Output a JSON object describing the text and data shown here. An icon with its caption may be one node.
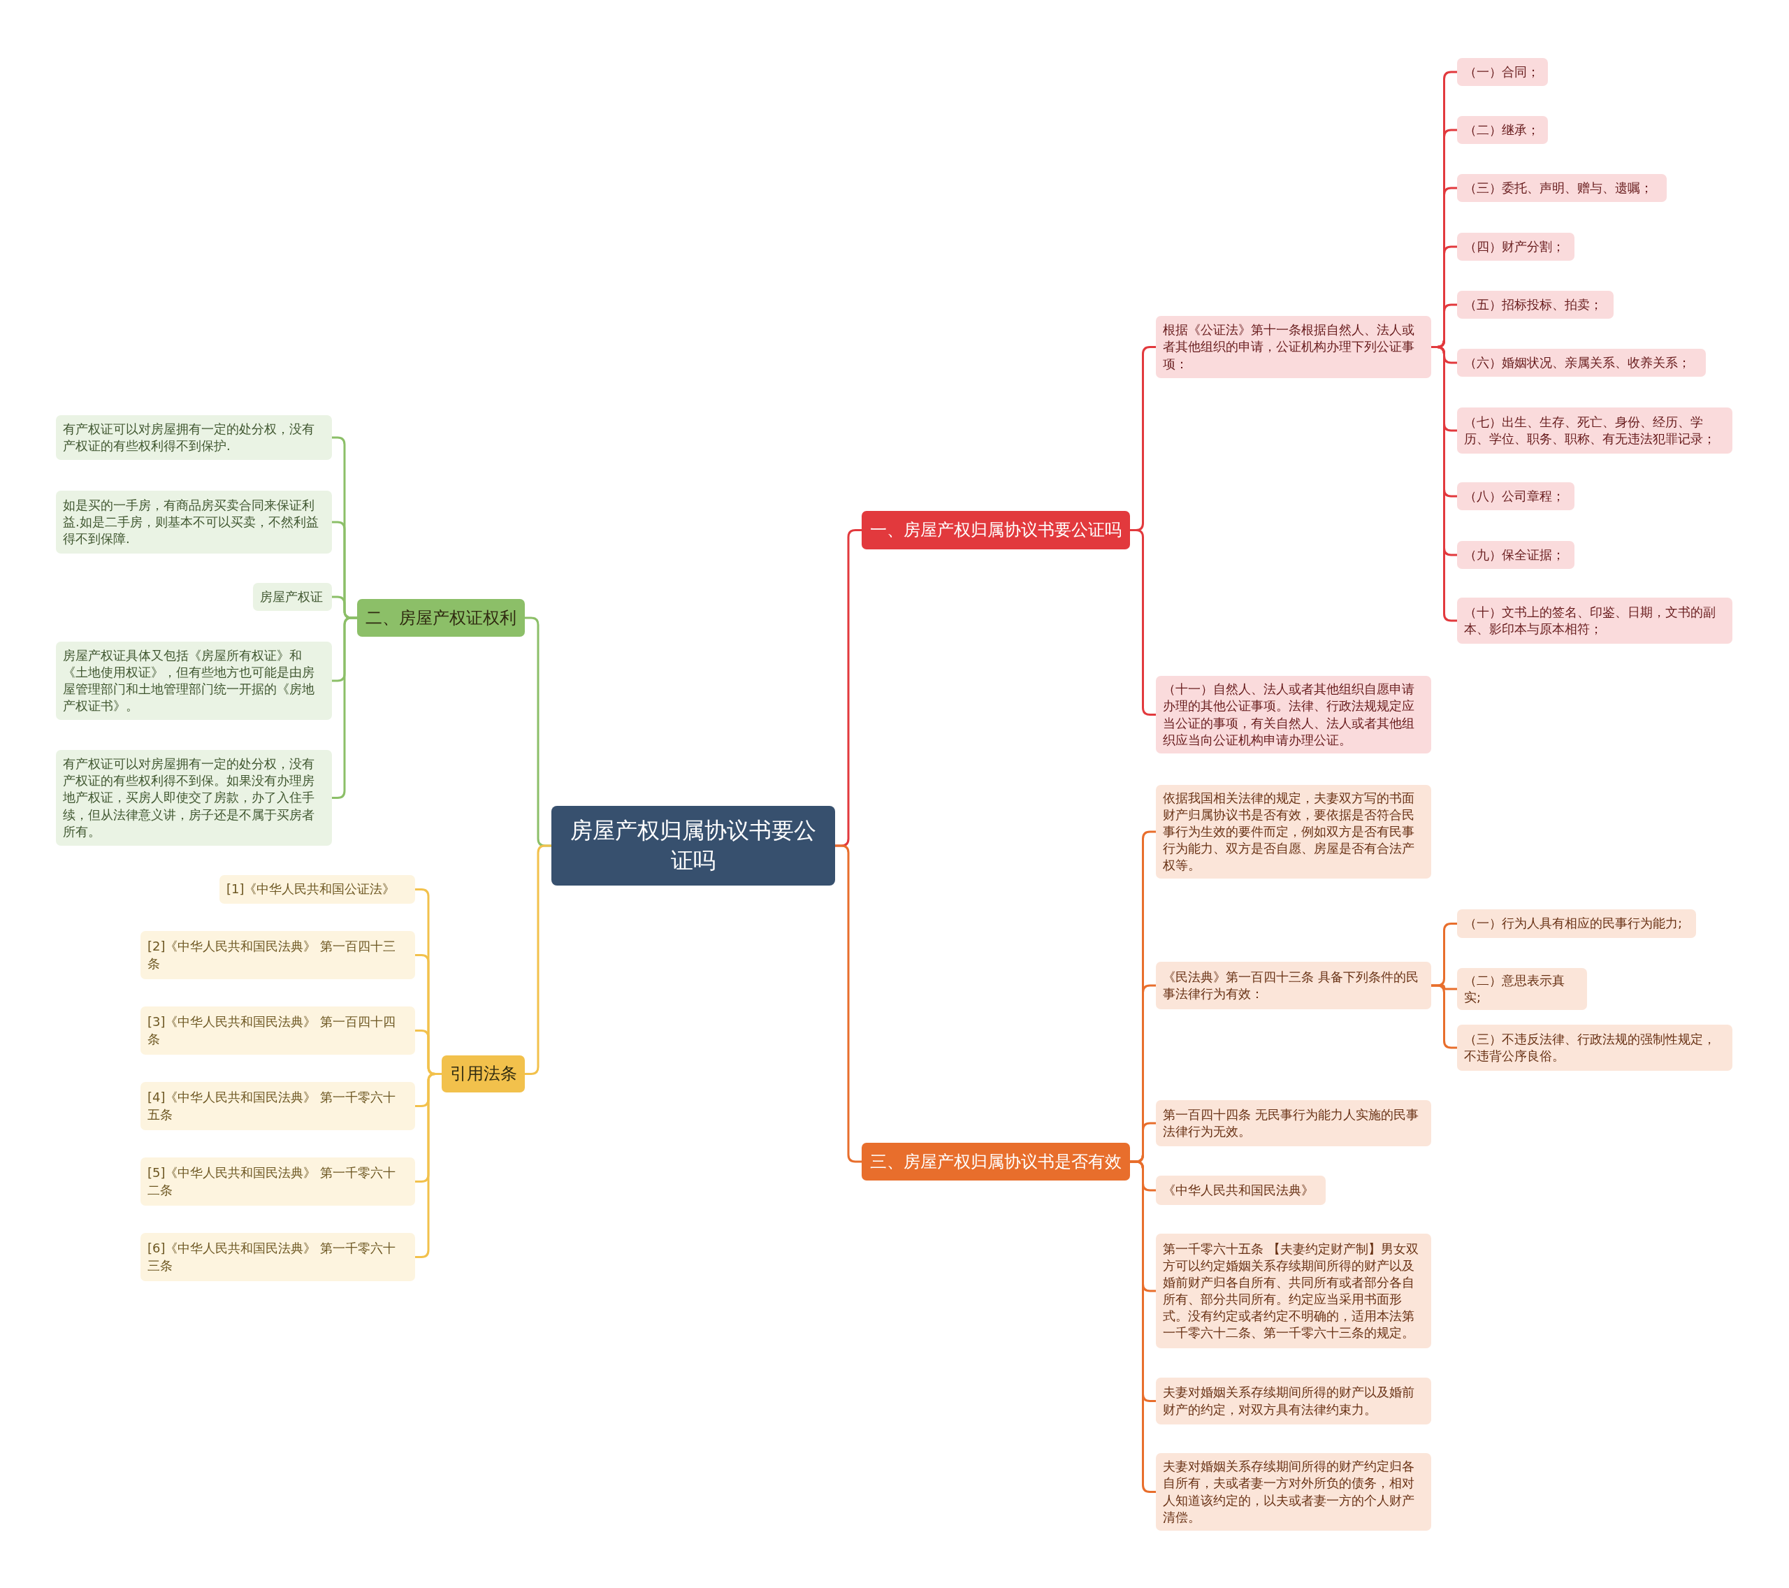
{
  "diagram": {
    "nodes": [
      {
        "text": [
          "房屋产权归属协议书要公证吗"
        ]
      },
      {
        "text": [
          "一、房屋产权归属协议书要公证吗"
        ]
      },
      {
        "text": [
          "根据《公证法》第十一条根据自然人、法人或者其他组织的申请，公证机构办理下列公证事项："
        ]
      },
      {
        "text": [
          "（一）合同；"
        ]
      },
      {
        "text": [
          "（二）继承；"
        ]
      },
      {
        "text": [
          "（三）委托、声明、赠与、遗嘱；"
        ]
      },
      {
        "text": [
          "（四）财产分割；"
        ]
      },
      {
        "text": [
          "（五）招标投标、拍卖；"
        ]
      },
      {
        "text": [
          "（六）婚姻状况、亲属关系、收养关系；"
        ]
      },
      {
        "text": [
          "（七）出生、生存、死亡、身份、经历、学历、学位、职务、职称、有无违法犯罪记录；"
        ]
      },
      {
        "text": [
          "（八）公司章程；"
        ]
      },
      {
        "text": [
          "（九）保全证据；"
        ]
      },
      {
        "text": [
          "（十）文书上的签名、印鉴、日期，文书的副本、影印本与原本相符；"
        ]
      },
      {
        "text": [
          "（十一）自然人、法人或者其他组织自愿申请办理的其他公证事项。法律、行政法规规定应当公证的事项，有关自然人、法人或者其他组织应当向公证机构申请办理公证。"
        ]
      },
      {
        "text": [
          "二、房屋产权证权利"
        ]
      },
      {
        "text": [
          "有产权证可以对房屋拥有一定的处分权，没有产权证的有些权利得不到保护."
        ]
      },
      {
        "text": [
          "如是买的一手房，有商品房买卖合同来保证利益.如是二手房，则基本不可以买卖，不然利益得不到保障."
        ]
      },
      {
        "text": [
          "房屋产权证"
        ]
      },
      {
        "text": [
          "房屋产权证具体又包括《房屋所有权证》和《土地使用权证》，但有些地方也可能是由房屋管理部门和土地管理部门统一开据的《房地产权证书》。"
        ]
      },
      {
        "text": [
          "有产权证可以对房屋拥有一定的处分权，没有产权证的有些权利得不到保。如果没有办理房地产权证，买房人即使交了房款，办了入住手续，但从法律意义讲，房子还是不属于买房者所有。"
        ]
      },
      {
        "text": [
          "引用法条"
        ]
      },
      {
        "text": [
          "[1]《中华人民共和国公证法》"
        ]
      },
      {
        "text": [
          "[2]《中华人民共和国民法典》 第一百四十三条"
        ]
      },
      {
        "text": [
          "[3]《中华人民共和国民法典》 第一百四十四条"
        ]
      },
      {
        "text": [
          "[4]《中华人民共和国民法典》 第一千零六十五条"
        ]
      },
      {
        "text": [
          "[5]《中华人民共和国民法典》 第一千零六十二条"
        ]
      },
      {
        "text": [
          "[6]《中华人民共和国民法典》 第一千零六十三条"
        ]
      },
      {
        "text": [
          "三、房屋产权归属协议书是否有效"
        ]
      },
      {
        "text": [
          "依据我国相关法律的规定，夫妻双方写的书面财产归属协议书是否有效，要依据是否符合民事行为生效的要件而定，例如双方是否有民事行为能力、双方是否自愿、房屋是否有合法产权等。"
        ]
      },
      {
        "text": [
          "《民法典》第一百四十三条 具备下列条件的民事法律行为有效："
        ]
      },
      {
        "text": [
          "（一）行为人具有相应的民事行为能力;"
        ]
      },
      {
        "text": [
          "（二）意思表示真实;"
        ]
      },
      {
        "text": [
          "（三）不违反法律、行政法规的强制性规定，不违背公序良俗。"
        ]
      },
      {
        "text": [
          "第一百四十四条 无民事行为能力人实施的民事法律行为无效。"
        ]
      },
      {
        "text": [
          "《中华人民共和国民法典》"
        ]
      },
      {
        "text": [
          "第一千零六十五条 【夫妻约定财产制】男女双方可以约定婚姻关系存续期间所得的财产以及婚前财产归各自所有、共同所有或者部分各自所有、部分共同所有。约定应当采用书面形式。没有约定或者约定不明确的，适用本法第一千零六十二条、第一千零六十三条的规定。"
        ]
      },
      {
        "text": [
          "夫妻对婚姻关系存续期间所得的财产以及婚前财产的约定，对双方具有法律约束力。"
        ]
      },
      {
        "text": [
          "夫妻对婚姻关系存续期间所得的财产约定归各自所有，夫或者妻一方对外所负的债务，相对人知道该约定的，以夫或者妻一方的个人财产清偿。"
        ]
      }
    ],
    "edges": [
      {
        "from": 0,
        "to": 1,
        "arrow": "none",
        "color": "#e2393d"
      },
      {
        "from": 1,
        "to": 2,
        "arrow": "none",
        "color": "#e2393d"
      },
      {
        "from": 2,
        "to": 3,
        "arrow": "none",
        "color": "#e2393d"
      },
      {
        "from": 2,
        "to": 4,
        "arrow": "none",
        "color": "#e2393d"
      },
      {
        "from": 2,
        "to": 5,
        "arrow": "none",
        "color": "#e2393d"
      },
      {
        "from": 2,
        "to": 6,
        "arrow": "none",
        "color": "#e2393d"
      },
      {
        "from": 2,
        "to": 7,
        "arrow": "none",
        "color": "#e2393d"
      },
      {
        "from": 2,
        "to": 8,
        "arrow": "none",
        "color": "#e2393d"
      },
      {
        "from": 2,
        "to": 9,
        "arrow": "none",
        "color": "#e2393d"
      },
      {
        "from": 2,
        "to": 10,
        "arrow": "none",
        "color": "#e2393d"
      },
      {
        "from": 2,
        "to": 11,
        "arrow": "none",
        "color": "#e2393d"
      },
      {
        "from": 2,
        "to": 12,
        "arrow": "none",
        "color": "#e2393d"
      },
      {
        "from": 1,
        "to": 13,
        "arrow": "none",
        "color": "#e2393d"
      },
      {
        "from": 0,
        "to": 14,
        "arrow": "none",
        "color": "#8cbf68"
      },
      {
        "from": 14,
        "to": 15,
        "arrow": "none",
        "color": "#8cbf68"
      },
      {
        "from": 14,
        "to": 16,
        "arrow": "none",
        "color": "#8cbf68"
      },
      {
        "from": 14,
        "to": 17,
        "arrow": "none",
        "color": "#8cbf68"
      },
      {
        "from": 14,
        "to": 18,
        "arrow": "none",
        "color": "#8cbf68"
      },
      {
        "from": 14,
        "to": 19,
        "arrow": "none",
        "color": "#8cbf68"
      },
      {
        "from": 0,
        "to": 20,
        "arrow": "none",
        "color": "#f2c14c"
      },
      {
        "from": 20,
        "to": 21,
        "arrow": "none",
        "color": "#f2c14c"
      },
      {
        "from": 20,
        "to": 22,
        "arrow": "none",
        "color": "#f2c14c"
      },
      {
        "from": 20,
        "to": 23,
        "arrow": "none",
        "color": "#f2c14c"
      },
      {
        "from": 20,
        "to": 24,
        "arrow": "none",
        "color": "#f2c14c"
      },
      {
        "from": 20,
        "to": 25,
        "arrow": "none",
        "color": "#f2c14c"
      },
      {
        "from": 20,
        "to": 26,
        "arrow": "none",
        "color": "#f2c14c"
      },
      {
        "from": 0,
        "to": 27,
        "arrow": "none",
        "color": "#e86e2c"
      },
      {
        "from": 27,
        "to": 28,
        "arrow": "none",
        "color": "#e86e2c"
      },
      {
        "from": 27,
        "to": 29,
        "arrow": "none",
        "color": "#e86e2c"
      },
      {
        "from": 29,
        "to": 30,
        "arrow": "none",
        "color": "#e86e2c"
      },
      {
        "from": 29,
        "to": 31,
        "arrow": "none",
        "color": "#e86e2c"
      },
      {
        "from": 29,
        "to": 32,
        "arrow": "none",
        "color": "#e86e2c"
      },
      {
        "from": 27,
        "to": 33,
        "arrow": "none",
        "color": "#e86e2c"
      },
      {
        "from": 27,
        "to": 34,
        "arrow": "none",
        "color": "#e86e2c"
      },
      {
        "from": 27,
        "to": 35,
        "arrow": "none",
        "color": "#e86e2c"
      },
      {
        "from": 27,
        "to": 36,
        "arrow": "none",
        "color": "#e86e2c"
      },
      {
        "from": 27,
        "to": 37,
        "arrow": "none",
        "color": "#e86e2c"
      }
    ]
  }
}
